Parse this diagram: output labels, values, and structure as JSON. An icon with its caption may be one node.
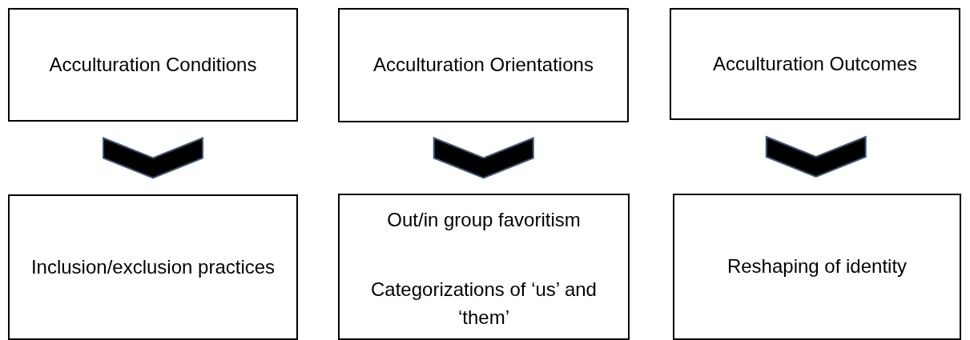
{
  "diagram": {
    "nodes": [
      {
        "text": [
          "Acculturation Conditions"
        ]
      },
      {
        "text": [
          "Acculturation Orientations"
        ]
      },
      {
        "text": [
          "Acculturation Outcomes"
        ]
      },
      {
        "text": [
          "Inclusion/exclusion practices"
        ]
      },
      {
        "text": [
          "Out/in group favoritism",
          "Categorizations of ‘us’ and ‘them’"
        ]
      },
      {
        "text": [
          "Reshaping of identity"
        ]
      }
    ],
    "edges": [
      {
        "from": 0,
        "to": 3,
        "arrow": "to"
      },
      {
        "from": 1,
        "to": 4,
        "arrow": "to"
      },
      {
        "from": 2,
        "to": 5,
        "arrow": "to"
      }
    ]
  }
}
